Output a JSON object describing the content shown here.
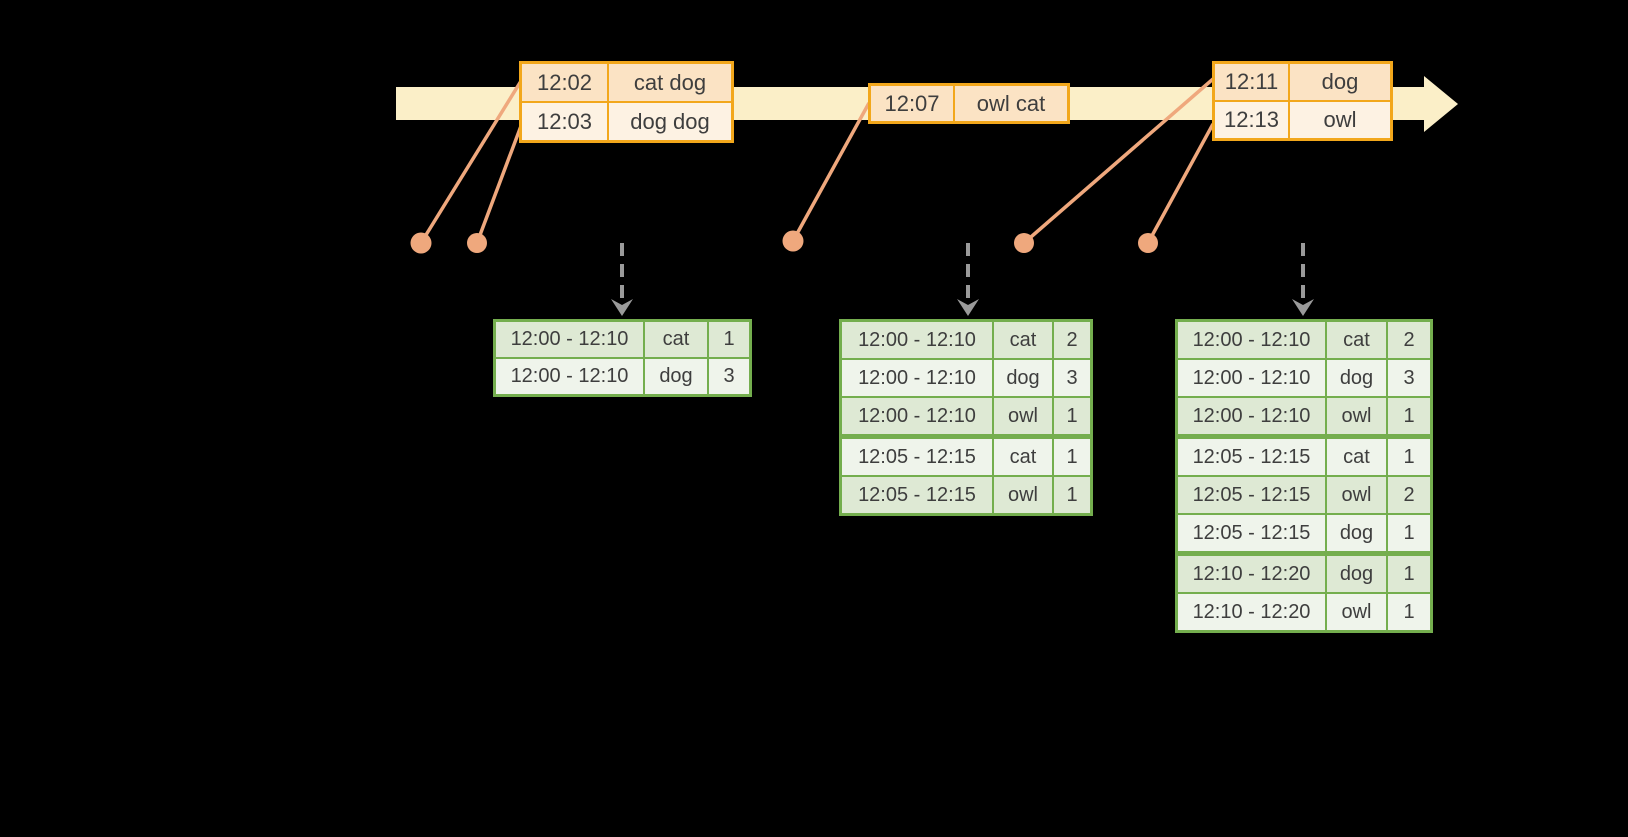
{
  "background_color": "#000000",
  "colors": {
    "timeline_fill": "#FBEFC8",
    "event_table_border": "#F2A71B",
    "event_row_fill_dark": "#FBE3C4",
    "event_row_fill_light": "#FDF2E3",
    "connector_salmon": "#EFA87D",
    "trigger_arrow_gray": "#9A9A9A",
    "result_table_border": "#74AE4E",
    "result_row_fill_dark": "#DEE9D4",
    "result_row_fill_light": "#EFF4EB",
    "text": "#3E3E3E"
  },
  "event_tables": [
    {
      "rows": [
        {
          "time": "12:02",
          "words": "cat dog"
        },
        {
          "time": "12:03",
          "words": "dog dog"
        }
      ]
    },
    {
      "rows": [
        {
          "time": "12:07",
          "words": "owl cat"
        }
      ]
    },
    {
      "rows": [
        {
          "time": "12:11",
          "words": "dog"
        },
        {
          "time": "12:13",
          "words": "owl"
        }
      ]
    }
  ],
  "result_tables": [
    {
      "rows": [
        {
          "window": "12:00 - 12:10",
          "word": "cat",
          "count": "1"
        },
        {
          "window": "12:00 - 12:10",
          "word": "dog",
          "count": "3"
        }
      ]
    },
    {
      "rows": [
        {
          "window": "12:00 - 12:10",
          "word": "cat",
          "count": "2"
        },
        {
          "window": "12:00 - 12:10",
          "word": "dog",
          "count": "3"
        },
        {
          "window": "12:00 - 12:10",
          "word": "owl",
          "count": "1"
        },
        {
          "window": "12:05 - 12:15",
          "word": "cat",
          "count": "1"
        },
        {
          "window": "12:05 - 12:15",
          "word": "owl",
          "count": "1"
        }
      ]
    },
    {
      "rows": [
        {
          "window": "12:00 - 12:10",
          "word": "cat",
          "count": "2"
        },
        {
          "window": "12:00 - 12:10",
          "word": "dog",
          "count": "3"
        },
        {
          "window": "12:00 - 12:10",
          "word": "owl",
          "count": "1"
        },
        {
          "window": "12:05 - 12:15",
          "word": "cat",
          "count": "1"
        },
        {
          "window": "12:05 - 12:15",
          "word": "owl",
          "count": "2"
        },
        {
          "window": "12:05 - 12:15",
          "word": "dog",
          "count": "1"
        },
        {
          "window": "12:10 - 12:20",
          "word": "dog",
          "count": "1"
        },
        {
          "window": "12:10 - 12:20",
          "word": "owl",
          "count": "1"
        }
      ]
    }
  ]
}
